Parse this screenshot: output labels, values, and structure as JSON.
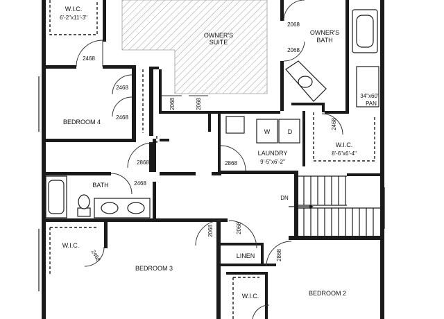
{
  "rooms": {
    "wic_top_left": {
      "name": "W.I.C.",
      "dims": "6'-2\"x11'-3\""
    },
    "owners_suite": {
      "line1": "OWNER'S",
      "line2": "SUITE"
    },
    "owners_bath": {
      "line1": "OWNER'S",
      "line2": "BATH"
    },
    "pan": {
      "line1": "34\"x60\"",
      "line2": "PAN"
    },
    "bedroom4": {
      "name": "BEDROOM 4"
    },
    "laundry": {
      "name": "LAUNDRY",
      "dims": "9'-5\"x6'-2\""
    },
    "washer": {
      "label": "W"
    },
    "dryer": {
      "label": "D"
    },
    "wic_right": {
      "name": "W.I.C.",
      "dims": "8'-6\"x6'-4\""
    },
    "bath": {
      "name": "BATH"
    },
    "wic_mid_left": {
      "name": "W.I.C."
    },
    "bedroom3": {
      "name": "BEDROOM 3"
    },
    "linen": {
      "name": "LINEN"
    },
    "wic_bottom": {
      "name": "W.I.C."
    },
    "bedroom2": {
      "name": "BEDROOM 2"
    },
    "stairs": {
      "label": "DN"
    }
  },
  "doors": {
    "d1": "2468",
    "d2": "2468",
    "d3": "2468",
    "d4": "2068",
    "d5": "2068",
    "d6": "2068",
    "d7": "2068",
    "d8": "2468",
    "d9": "2868",
    "d10": "2868",
    "d11": "2468",
    "d12": "2068",
    "d13": "2068",
    "d14": "2468",
    "d15": "2868"
  }
}
